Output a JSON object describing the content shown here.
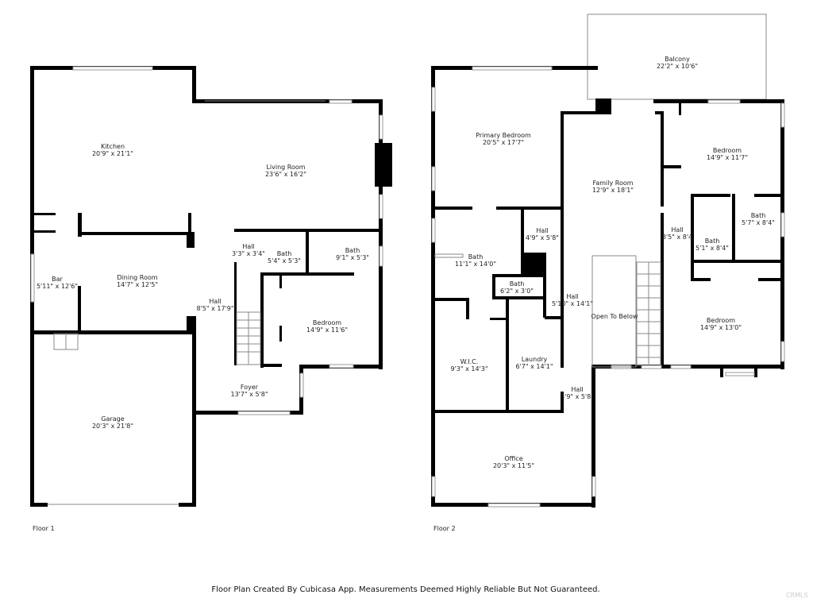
{
  "floor1": {
    "label": "Floor 1",
    "rooms": [
      {
        "name": "Kitchen",
        "dims": "20'9\" x 21'1\""
      },
      {
        "name": "Living Room",
        "dims": "23'6\" x 16'2\""
      },
      {
        "name": "Bar",
        "dims": "5'11\" x 12'6\""
      },
      {
        "name": "Dining Room",
        "dims": "14'7\" x 12'5\""
      },
      {
        "name": "Hall",
        "dims": "3'3\" x 3'4\""
      },
      {
        "name": "Bath",
        "dims": "5'4\" x 5'3\""
      },
      {
        "name": "Bath",
        "dims": "9'1\" x 5'3\""
      },
      {
        "name": "Hall",
        "dims": "8'5\" x 17'9\""
      },
      {
        "name": "Bedroom",
        "dims": "14'9\" x 11'6\""
      },
      {
        "name": "Foyer",
        "dims": "13'7\" x 5'8\""
      },
      {
        "name": "Garage",
        "dims": "20'3\" x 21'8\""
      }
    ]
  },
  "floor2": {
    "label": "Floor 2",
    "rooms": [
      {
        "name": "Balcony",
        "dims": "22'2\" x 10'6\""
      },
      {
        "name": "Primary Bedroom",
        "dims": "20'5\" x 17'7\""
      },
      {
        "name": "Bedroom",
        "dims": "14'9\" x 11'7\""
      },
      {
        "name": "Family Room",
        "dims": "12'9\" x 18'1\""
      },
      {
        "name": "Hall",
        "dims": "4'9\" x 5'8\""
      },
      {
        "name": "Hall",
        "dims": "3'5\" x 8'4"
      },
      {
        "name": "Bath",
        "dims": "5'7\" x 8'4\""
      },
      {
        "name": "Bath",
        "dims": "5'1\" x 8'4\""
      },
      {
        "name": "Bath",
        "dims": "11'1\" x 14'0\""
      },
      {
        "name": "Bath",
        "dims": "6'2\" x 3'0\""
      },
      {
        "name": "Hall",
        "dims": "5'10\" x 14'1\""
      },
      {
        "name": "Open To Below",
        "dims": ""
      },
      {
        "name": "Bedroom",
        "dims": "14'9\" x 13'0\""
      },
      {
        "name": "W.I.C.",
        "dims": "9'3\" x 14'3\""
      },
      {
        "name": "Laundry",
        "dims": "6'7\" x 14'1\""
      },
      {
        "name": "Hall",
        "dims": "3'9\" x 5'8\""
      },
      {
        "name": "Office",
        "dims": "20'3\" x 11'5\""
      }
    ]
  },
  "footer": "Floor Plan Created By Cubicasa App. Measurements Deemed Highly Reliable But Not Guaranteed.",
  "watermark": "CRMLS"
}
